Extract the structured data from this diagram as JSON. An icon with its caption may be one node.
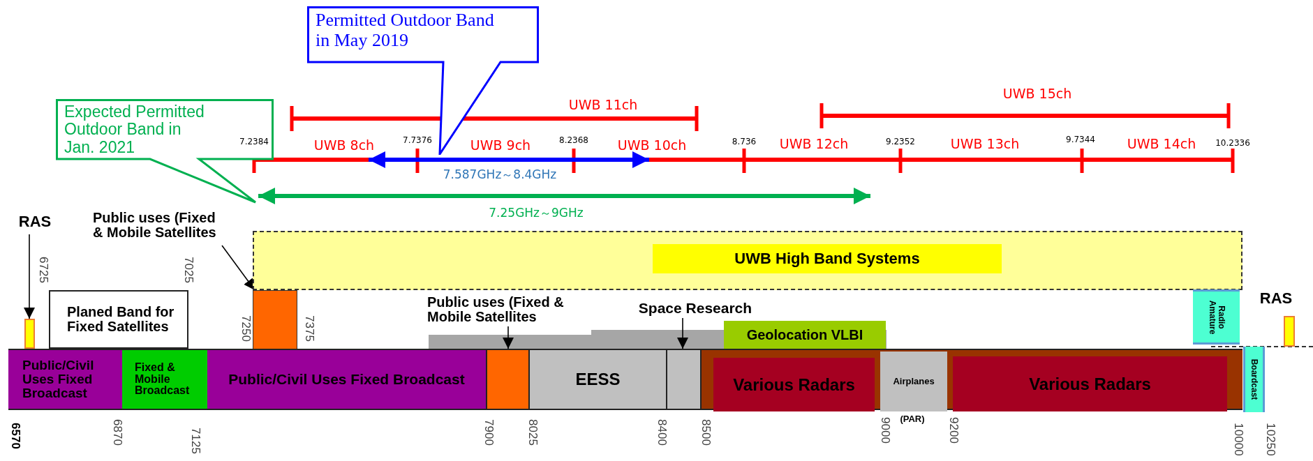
{
  "diagram": {
    "nodes": [
      {
        "text": [
          "Expected Permitted Outdoor Band in Jan. 2021"
        ]
      },
      {
        "text": [
          "Permitted Outdoor Band in May 2019"
        ]
      },
      {
        "text": [],
        "shape": "box"
      },
      {
        "text": [
          "UWB High Band Systems"
        ],
        "in": 2
      },
      {
        "text": [
          "RAS"
        ]
      },
      {
        "text": [],
        "shape": "box"
      },
      {
        "text": [
          "Planed Band for Fixed Satellites"
        ]
      },
      {
        "text": [
          "Public uses (Fixed & Mobile Satellites"
        ]
      },
      {
        "text": [],
        "shape": "box"
      },
      {
        "text": [
          "Public uses (Fixed & Mobile Satellites"
        ]
      },
      {
        "text": [
          "Space Research"
        ]
      },
      {
        "text": [
          "Geolocation VLBI"
        ]
      },
      {
        "text": [
          "Radio Amature"
        ]
      },
      {
        "text": [],
        "shape": "box",
        "beside": [
          "RAS"
        ]
      },
      {
        "text": [
          "Public/Civil Uses Fixed Broadcast"
        ]
      },
      {
        "text": [
          "Fixed & Mobile Broadcast"
        ]
      },
      {
        "text": [
          "Public/Civil Uses Fixed Broadcast"
        ]
      },
      {
        "text": [],
        "shape": "box"
      },
      {
        "text": [
          "EESS"
        ]
      },
      {
        "text": [],
        "shape": "box"
      },
      {
        "text": [],
        "shape": "box"
      },
      {
        "text": [
          "Various Radars"
        ],
        "in": 20
      },
      {
        "text": [
          "Airplanes"
        ],
        "in": 20,
        "beside": [
          "(PAR)"
        ]
      },
      {
        "text": [
          "Various Radars"
        ],
        "in": 20
      },
      {
        "text": [
          "Boardcast"
        ]
      }
    ],
    "edges": [
      {
        "from": 4,
        "to": 5,
        "arrow": "to"
      },
      {
        "from": 7,
        "to": 8,
        "arrow": "to"
      },
      {
        "from": 9,
        "to": 17,
        "arrow": "to"
      },
      {
        "from": 10,
        "to": 19,
        "arrow": "to"
      }
    ],
    "labels": [
      "UWB 15ch",
      "UWB 11ch",
      "7.2384",
      "UWB 8ch",
      "7.7376",
      "UWB 9ch",
      "8.2368",
      "UWB 10ch",
      "8.736",
      "UWB 12ch",
      "9.2352",
      "UWB 13ch",
      "9.7344",
      "UWB 14ch",
      "10.2336",
      "7.587GHz～8.4GHz",
      "7.25GHz～9GHz",
      "6725",
      "7025",
      "7250",
      "7375",
      "6570",
      "6870",
      "7125",
      "7900",
      "8025",
      "8400",
      "8500",
      "9000",
      "9200",
      "10000",
      "10250"
    ]
  }
}
